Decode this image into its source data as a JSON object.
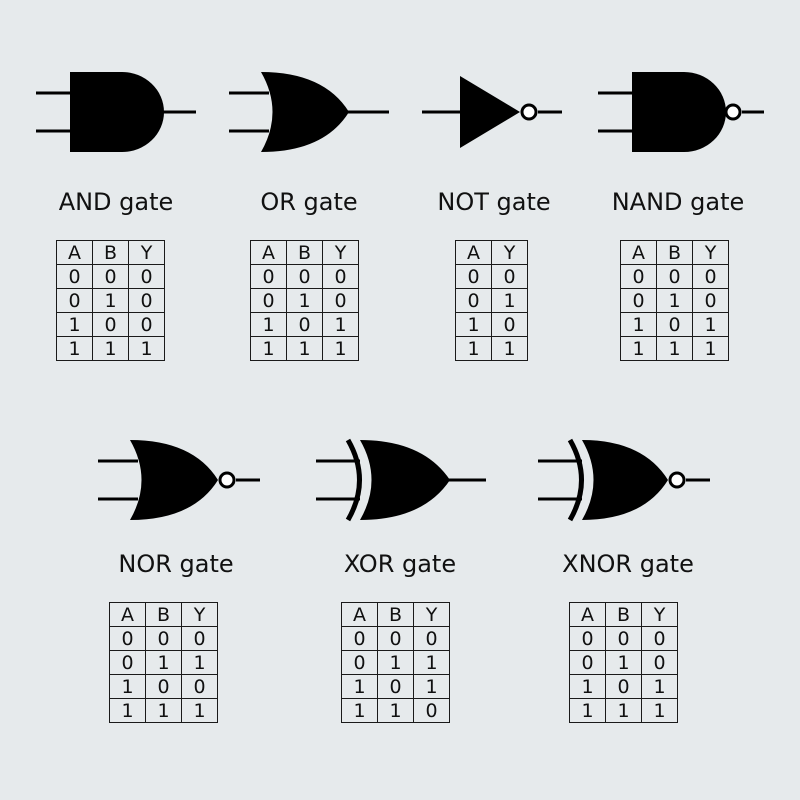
{
  "gates": [
    {
      "id": "and",
      "label": "AND gate",
      "headers": [
        "A",
        "B",
        "Y"
      ],
      "rows": [
        [
          "0",
          "0",
          "0"
        ],
        [
          "0",
          "1",
          "0"
        ],
        [
          "1",
          "0",
          "0"
        ],
        [
          "1",
          "1",
          "1"
        ]
      ]
    },
    {
      "id": "or",
      "label": "OR gate",
      "headers": [
        "A",
        "B",
        "Y"
      ],
      "rows": [
        [
          "0",
          "0",
          "0"
        ],
        [
          "0",
          "1",
          "0"
        ],
        [
          "1",
          "0",
          "1"
        ],
        [
          "1",
          "1",
          "1"
        ]
      ]
    },
    {
      "id": "not",
      "label": "NOT gate",
      "headers": [
        "A",
        "Y"
      ],
      "rows": [
        [
          "0",
          "0"
        ],
        [
          "0",
          "1"
        ],
        [
          "1",
          "0"
        ],
        [
          "1",
          "1"
        ]
      ]
    },
    {
      "id": "nand",
      "label": "NAND gate",
      "headers": [
        "A",
        "B",
        "Y"
      ],
      "rows": [
        [
          "0",
          "0",
          "0"
        ],
        [
          "0",
          "1",
          "0"
        ],
        [
          "1",
          "0",
          "1"
        ],
        [
          "1",
          "1",
          "1"
        ]
      ]
    },
    {
      "id": "nor",
      "label": "NOR gate",
      "headers": [
        "A",
        "B",
        "Y"
      ],
      "rows": [
        [
          "0",
          "0",
          "0"
        ],
        [
          "0",
          "1",
          "1"
        ],
        [
          "1",
          "0",
          "0"
        ],
        [
          "1",
          "1",
          "1"
        ]
      ]
    },
    {
      "id": "xor",
      "label": "XOR gate",
      "headers": [
        "A",
        "B",
        "Y"
      ],
      "rows": [
        [
          "0",
          "0",
          "0"
        ],
        [
          "0",
          "1",
          "1"
        ],
        [
          "1",
          "0",
          "1"
        ],
        [
          "1",
          "1",
          "0"
        ]
      ]
    },
    {
      "id": "xnor",
      "label": "XNOR gate",
      "headers": [
        "A",
        "B",
        "Y"
      ],
      "rows": [
        [
          "0",
          "0",
          "0"
        ],
        [
          "0",
          "1",
          "0"
        ],
        [
          "1",
          "0",
          "1"
        ],
        [
          "1",
          "1",
          "1"
        ]
      ]
    }
  ]
}
